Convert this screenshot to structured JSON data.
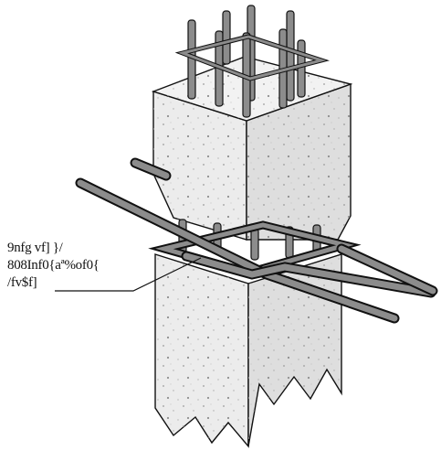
{
  "callout": {
    "lines": [
      "9nfg vf] }/",
      "808Inf0{aª%of0{",
      "/fv$f]"
    ]
  },
  "colors": {
    "concrete_light": "#ececec",
    "concrete_shade": "#d6d6d6",
    "rebar": "#8c8c8c",
    "stroke": "#111111"
  }
}
